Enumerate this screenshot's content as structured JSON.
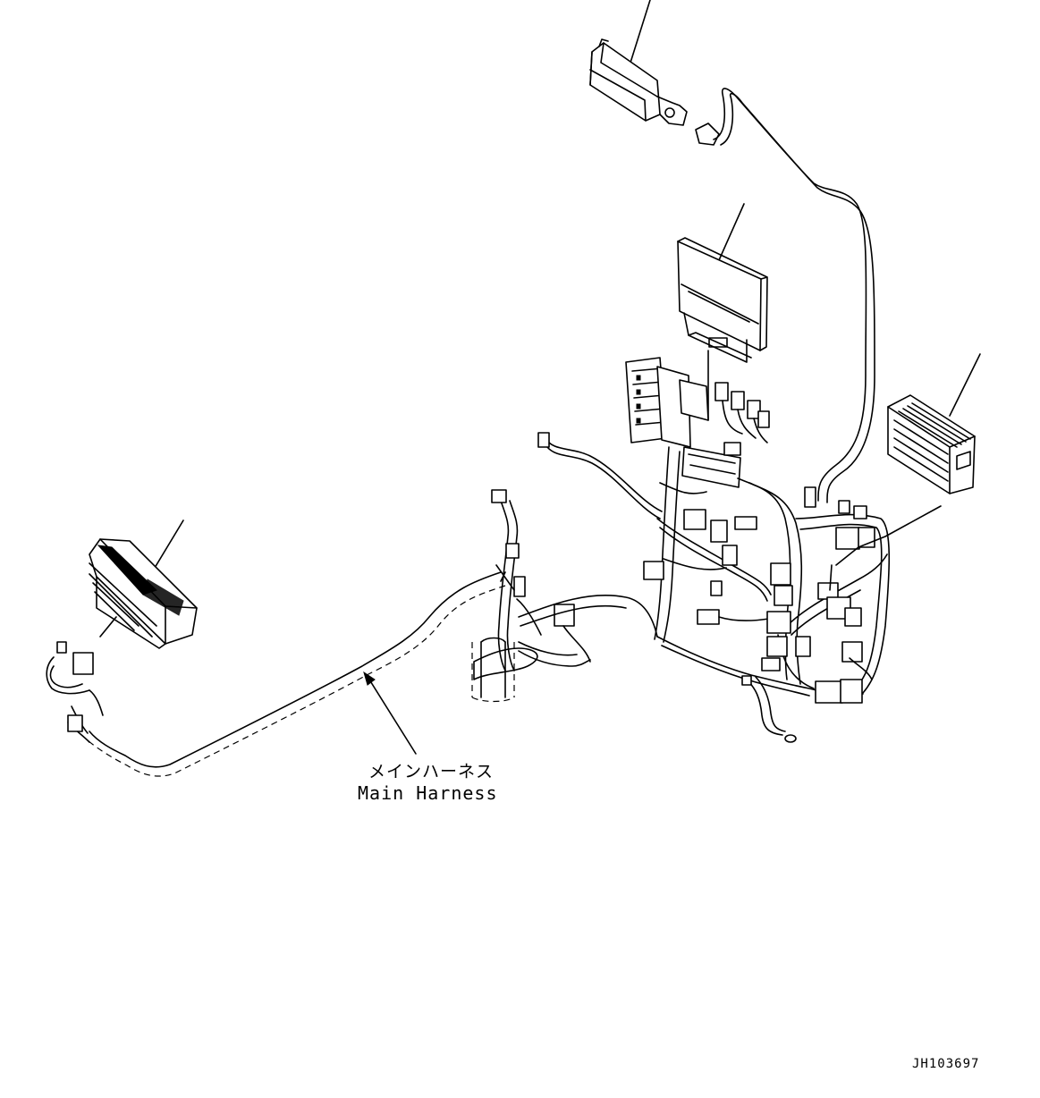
{
  "callouts": {
    "main_harness_jp": "メインハーネス",
    "main_harness_en": "Main Harness"
  },
  "drawing_number": "JH103697",
  "icons": [
    "controller-unit-icon",
    "ecu-panel-icon",
    "fuse-relay-box-icon",
    "power-module-icon",
    "monitor-panel-icon",
    "wire-harness-icon",
    "leader-arrow-icon"
  ]
}
